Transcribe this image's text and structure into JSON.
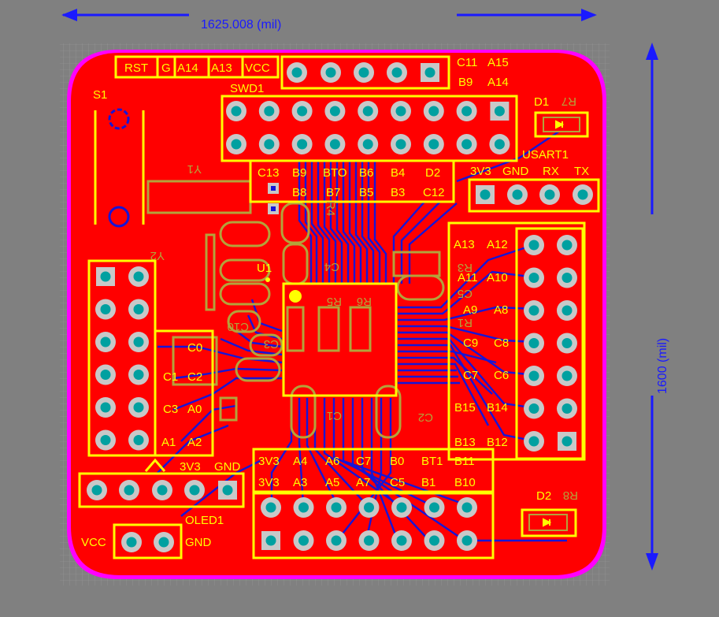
{
  "dimensions": {
    "width_label": "1625.008 (mil)",
    "height_label": "1600 (mil)"
  },
  "colors": {
    "background": "#808080",
    "board": "#ff0000",
    "outline": "#ff00ff",
    "silkscreen": "#ffff00",
    "bottom_silkscreen": "#b3a33b",
    "bottom_copper": "#0000ff",
    "pad": "#c8c8c8",
    "pad_hole": "#00a0a0",
    "dimension": "#1a1aff"
  },
  "header_top": {
    "labels": [
      "RST",
      "G",
      "A14",
      "A13",
      "VCC"
    ],
    "right_labels": [
      "C11",
      "A15",
      "B9",
      "A14"
    ]
  },
  "swd": {
    "ref": "SWD1"
  },
  "switch": {
    "ref": "S1"
  },
  "crystal": {
    "ref": "Y1",
    "ref2": "Y2"
  },
  "mcu": {
    "ref": "U1"
  },
  "top_pin_labels": {
    "row1": [
      "C13",
      "B9",
      "BTO",
      "B6",
      "B4",
      "D2"
    ],
    "row2": [
      "B8",
      "B7",
      "B5",
      "B3",
      "C12"
    ]
  },
  "d1": {
    "ref": "D1",
    "resistor": "R7"
  },
  "d2": {
    "ref": "D2",
    "resistor": "R8"
  },
  "usart": {
    "ref": "USART1",
    "labels": [
      "3V3",
      "GND",
      "RX",
      "TX"
    ]
  },
  "right_header": {
    "rows": [
      [
        "A13",
        "A12"
      ],
      [
        "A11",
        "A10"
      ],
      [
        "A9",
        "A8"
      ],
      [
        "C9",
        "C8"
      ],
      [
        "C7",
        "C6"
      ],
      [
        "B15",
        "B14"
      ],
      [
        "B13",
        "B12"
      ]
    ]
  },
  "left_header": {
    "rows": [
      [
        "C0",
        ""
      ],
      [
        "C1",
        "C2"
      ],
      [
        "C3",
        "A0"
      ],
      [
        "A1",
        "A2"
      ]
    ]
  },
  "power_header": {
    "labels": [
      "3V3",
      "GND"
    ]
  },
  "oled": {
    "ref": "OLED1",
    "left_label": "VCC",
    "right_label": "GND"
  },
  "bottom_header": {
    "row1": [
      "3V3",
      "A4",
      "A6",
      "C7",
      "B0",
      "BT1",
      "B11"
    ],
    "row2": [
      "3V3",
      "A3",
      "A5",
      "A7",
      "C5",
      "B1",
      "B10"
    ]
  },
  "passives_bottom": [
    "R5",
    "R6",
    "R3",
    "R1",
    "C5",
    "C4",
    "C3",
    "C2",
    "C1",
    "C10",
    "R4"
  ]
}
